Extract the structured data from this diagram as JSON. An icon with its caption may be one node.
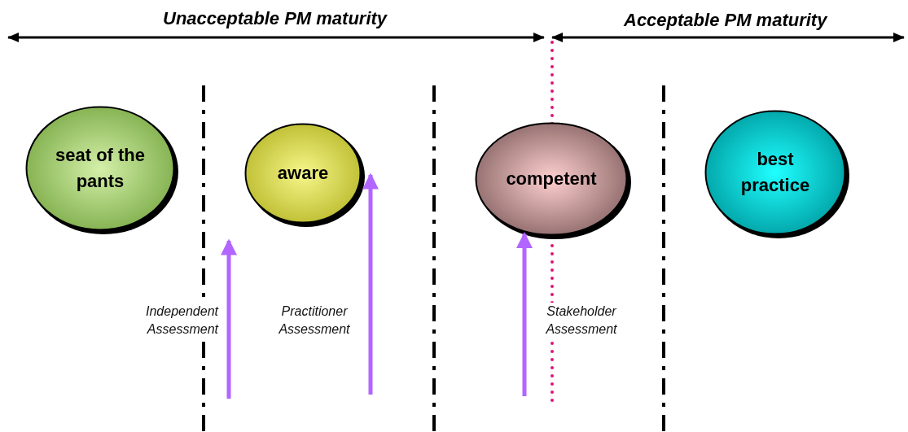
{
  "diagram": {
    "nodes": [
      {
        "text": [
          "seat of the pants"
        ]
      },
      {
        "text": [
          "aware"
        ]
      },
      {
        "text": [
          "competent"
        ]
      },
      {
        "text": [
          "best practice"
        ]
      }
    ],
    "edges": [
      {
        "from": null,
        "to": 1,
        "arrow": "to",
        "label": "Practitioner Assessment"
      },
      {
        "from": null,
        "to": 2,
        "arrow": "to",
        "label": "Stakeholder Assessment"
      }
    ],
    "labels": [
      "Unacceptable PM maturity",
      "Acceptable PM maturity",
      "Independent Assessment"
    ]
  }
}
